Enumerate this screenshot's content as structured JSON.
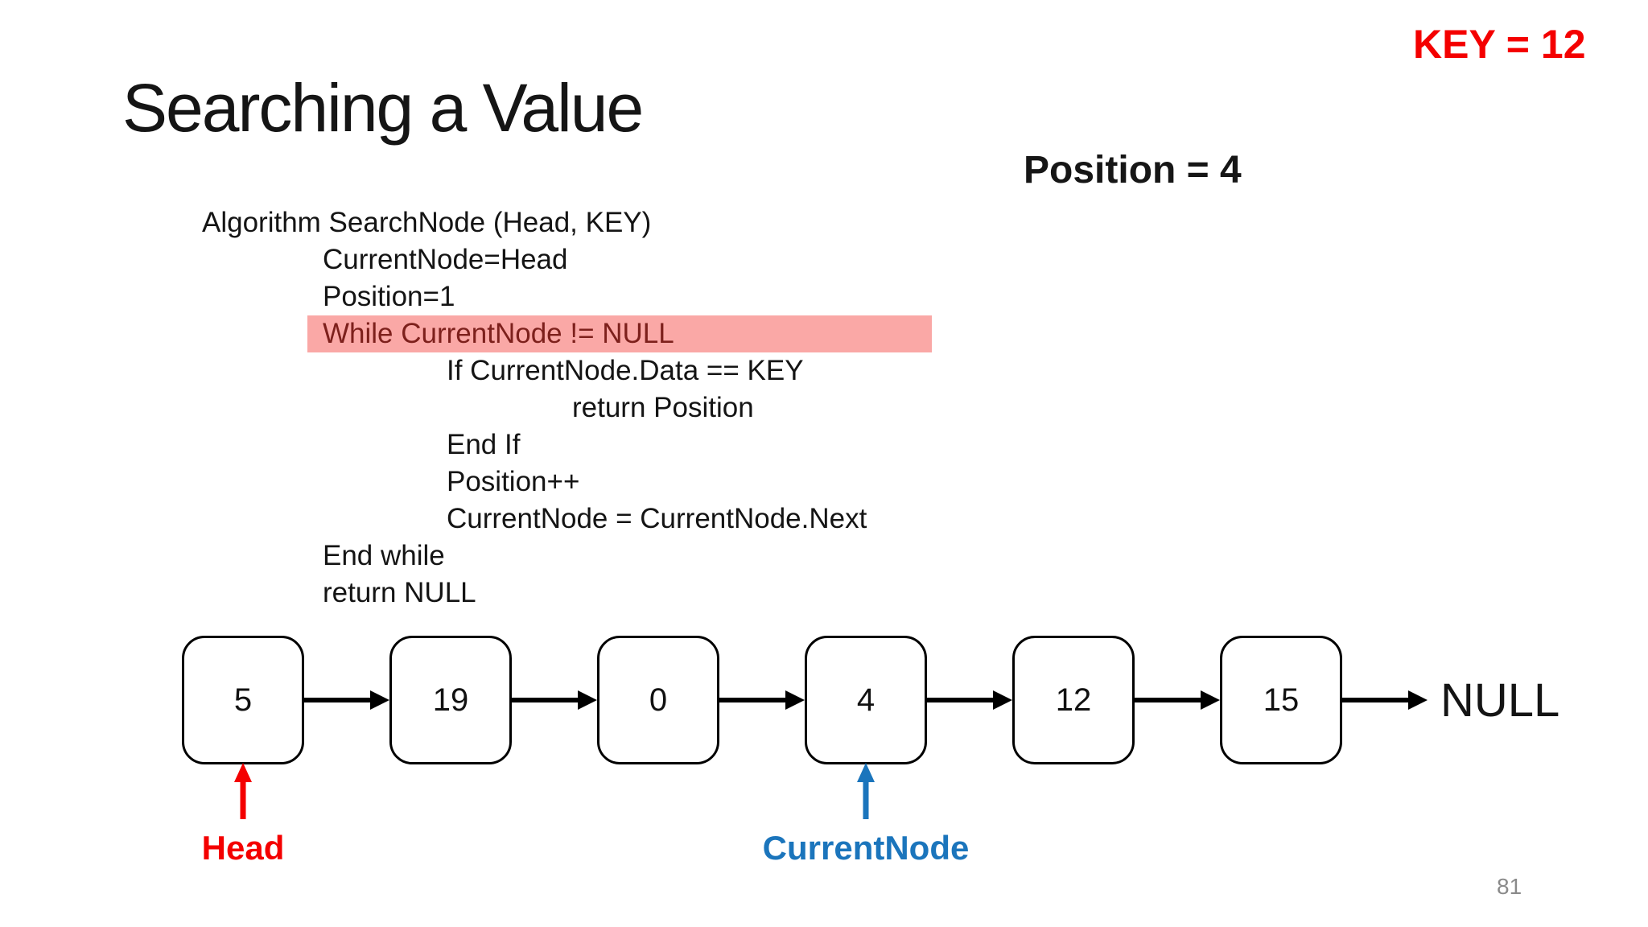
{
  "slide": {
    "annotation_key": "KEY = 12",
    "title": "Searching a Value",
    "annotation_position": "Position = 4",
    "page_number": "81",
    "algorithm": {
      "lines": [
        {
          "text": "Algorithm SearchNode (Head, KEY)",
          "indent": 0,
          "highlighted": false
        },
        {
          "text": "CurrentNode=Head",
          "indent": 1,
          "highlighted": false
        },
        {
          "text": "Position=1",
          "indent": 1,
          "highlighted": false
        },
        {
          "text": "While CurrentNode != NULL",
          "indent": 1,
          "highlighted": true
        },
        {
          "text": "If CurrentNode.Data == KEY",
          "indent": 2,
          "highlighted": false
        },
        {
          "text": "return Position",
          "indent": 3,
          "highlighted": false
        },
        {
          "text": "End If",
          "indent": 2,
          "highlighted": false
        },
        {
          "text": "Position++",
          "indent": 2,
          "highlighted": false
        },
        {
          "text": "CurrentNode = CurrentNode.Next",
          "indent": 2,
          "highlighted": false
        },
        {
          "text": "End while",
          "indent": 1,
          "highlighted": false
        },
        {
          "text": "return NULL",
          "indent": 1,
          "highlighted": false
        }
      ]
    },
    "linked_list": {
      "node_values": [
        "5",
        "19",
        "0",
        "4",
        "12",
        "15"
      ],
      "terminator_label": "NULL",
      "pointers": [
        {
          "label": "Head",
          "points_to_node_index": 0,
          "color": "#F40000"
        },
        {
          "label": "CurrentNode",
          "points_to_node_index": 3,
          "color": "#1B75BC"
        }
      ]
    },
    "colors": {
      "annotation_red": "#F40000",
      "highlight_background": "#FAA8A6",
      "highlight_text": "#7D201C",
      "pointer_blue": "#1B75BC",
      "arrow_black": "#000000",
      "page_number_gray": "#8A8A8A"
    }
  }
}
